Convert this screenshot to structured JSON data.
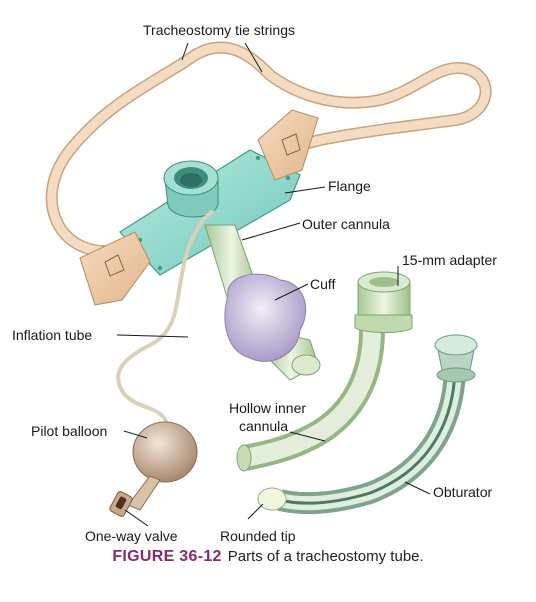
{
  "labels": {
    "tie_strings": "Tracheostomy tie strings",
    "flange": "Flange",
    "outer_cannula": "Outer cannula",
    "adapter": "15-mm adapter",
    "cuff": "Cuff",
    "inflation_tube": "Inflation tube",
    "pilot_balloon": "Pilot balloon",
    "hollow_inner_1": "Hollow inner",
    "hollow_inner_2": "cannula",
    "obturator": "Obturator",
    "one_way_valve": "One-way valve",
    "rounded_tip": "Rounded tip"
  },
  "caption": {
    "figure": "FIGURE 36-12",
    "text": "Parts of a tracheostomy tube."
  },
  "colors": {
    "caption_accent": "#8a2a6e",
    "tie_string": "#f0d6b8",
    "flange": "#8ed8cc",
    "cannula": "#cfe3bd",
    "cuff": "#c7bddc",
    "pilot_balloon": "#d6bca4"
  }
}
